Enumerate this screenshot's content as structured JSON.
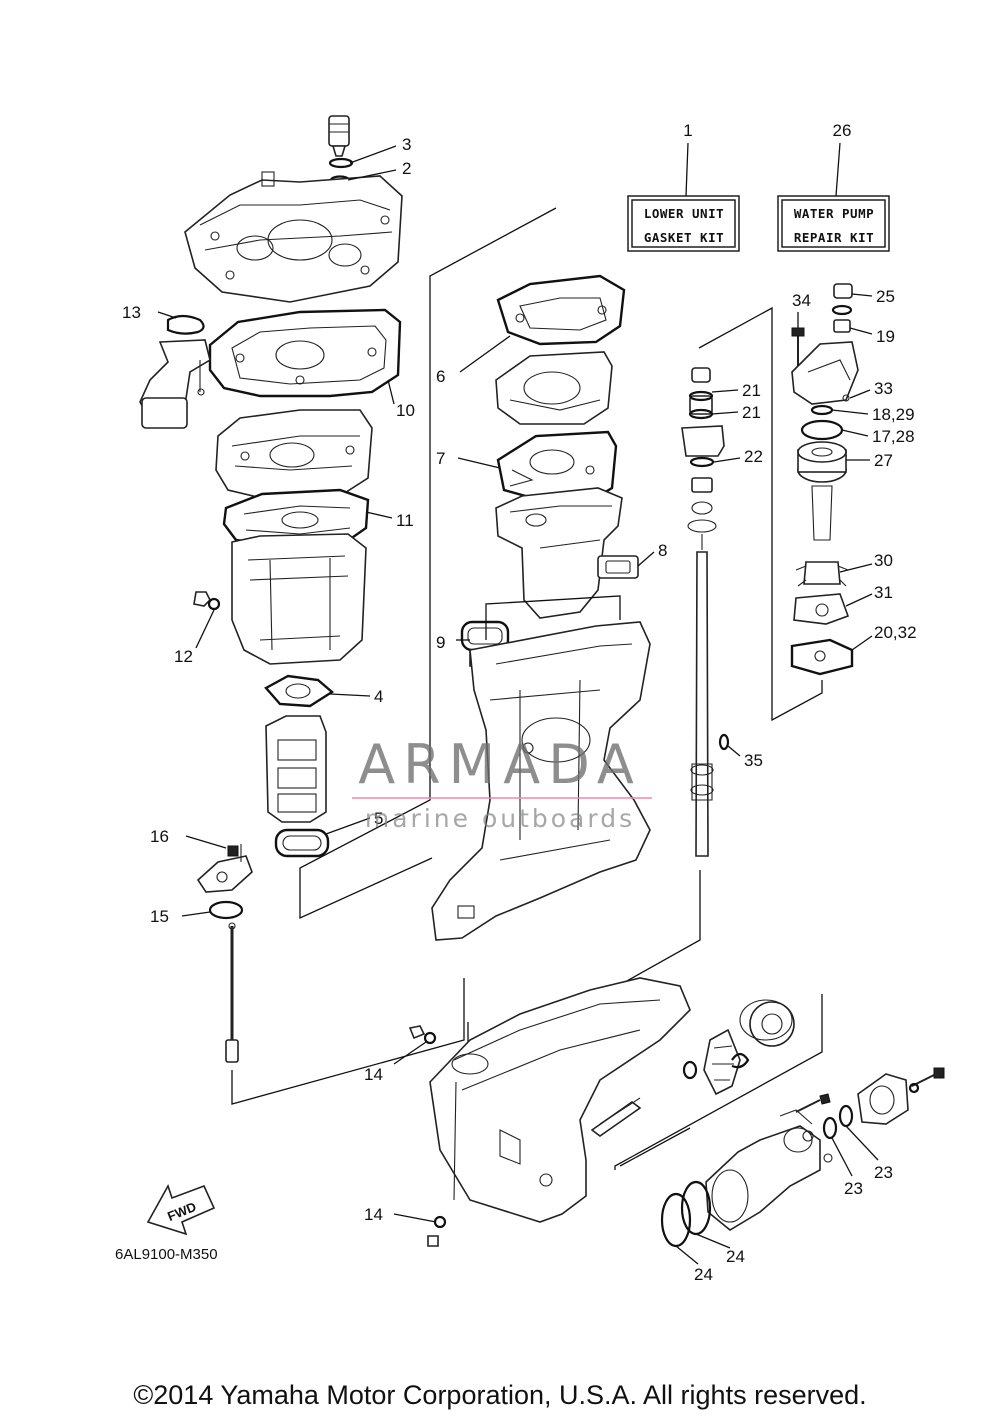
{
  "kits": [
    {
      "id": "kit-1",
      "line1": "LOWER UNIT",
      "line2": "GASKET KIT"
    },
    {
      "id": "kit-26",
      "line1": "WATER PUMP",
      "line2": "REPAIR KIT"
    }
  ],
  "callouts": [
    {
      "id": "c1",
      "text": "1"
    },
    {
      "id": "c26",
      "text": "26"
    },
    {
      "id": "c3",
      "text": "3"
    },
    {
      "id": "c2",
      "text": "2"
    },
    {
      "id": "c13",
      "text": "13"
    },
    {
      "id": "c6",
      "text": "6"
    },
    {
      "id": "c10",
      "text": "10"
    },
    {
      "id": "c7",
      "text": "7"
    },
    {
      "id": "c11",
      "text": "11"
    },
    {
      "id": "c8",
      "text": "8"
    },
    {
      "id": "c9",
      "text": "9"
    },
    {
      "id": "c12",
      "text": "12"
    },
    {
      "id": "c4",
      "text": "4"
    },
    {
      "id": "c5",
      "text": "5"
    },
    {
      "id": "c16",
      "text": "16"
    },
    {
      "id": "c15",
      "text": "15"
    },
    {
      "id": "c34",
      "text": "34"
    },
    {
      "id": "c25",
      "text": "25"
    },
    {
      "id": "c19",
      "text": "19"
    },
    {
      "id": "c21a",
      "text": "21"
    },
    {
      "id": "c21b",
      "text": "21"
    },
    {
      "id": "c33",
      "text": "33"
    },
    {
      "id": "c1829",
      "text": "18,29"
    },
    {
      "id": "c1728",
      "text": "17,28"
    },
    {
      "id": "c22",
      "text": "22"
    },
    {
      "id": "c27",
      "text": "27"
    },
    {
      "id": "c30",
      "text": "30"
    },
    {
      "id": "c31",
      "text": "31"
    },
    {
      "id": "c2032",
      "text": "20,32"
    },
    {
      "id": "c35",
      "text": "35"
    },
    {
      "id": "c14a",
      "text": "14"
    },
    {
      "id": "c14b",
      "text": "14"
    },
    {
      "id": "c23a",
      "text": "23"
    },
    {
      "id": "c23b",
      "text": "23"
    },
    {
      "id": "c24a",
      "text": "24"
    },
    {
      "id": "c24b",
      "text": "24"
    }
  ],
  "fwd_label": "FWD",
  "ref_code": "6AL9100-M350",
  "copyright": "©2014 Yamaha Motor Corporation, U.S.A. All rights reserved.",
  "watermark": {
    "brand": "ARMADA",
    "tagline": "marine outboards",
    "accent": "#e68cb4"
  },
  "colors": {
    "ink": "#111111",
    "paper": "#ffffff"
  }
}
